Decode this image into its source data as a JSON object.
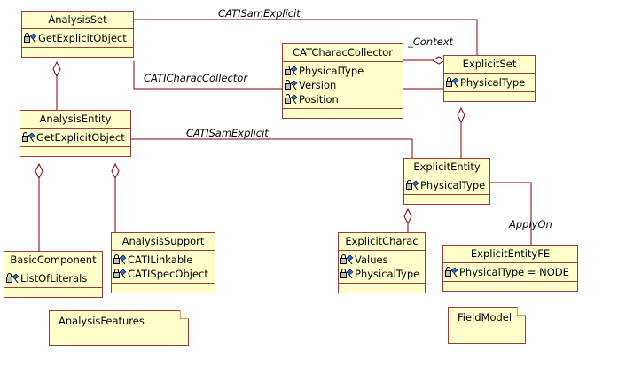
{
  "classes": {
    "analysis_set": {
      "name": "AnalysisSet",
      "attributes": [
        "GetExplicitObject"
      ]
    },
    "cat_charac_collector": {
      "name": "CATCharacCollector",
      "attributes": [
        "PhysicalType",
        "Version",
        "Position"
      ]
    },
    "explicit_set": {
      "name": "ExplicitSet",
      "attributes": [
        "PhysicalType"
      ]
    },
    "analysis_entity": {
      "name": "AnalysisEntity",
      "attributes": [
        "GetExplicitObject"
      ]
    },
    "explicit_entity": {
      "name": "ExplicitEntity",
      "attributes": [
        "PhysicalType"
      ]
    },
    "basic_component": {
      "name": "BasicComponent",
      "attributes": [
        "ListOfLiterals"
      ]
    },
    "analysis_support": {
      "name": "AnalysisSupport",
      "attributes": [
        "CATILinkable",
        "CATISpecObject"
      ]
    },
    "explicit_charac": {
      "name": "ExplicitCharac",
      "attributes": [
        "Values",
        "PhysicalType"
      ]
    },
    "explicit_entity_fe": {
      "name": "ExplicitEntityFE",
      "attributes": [
        "PhysicalType = NODE"
      ]
    }
  },
  "notes": {
    "analysis_features": "AnalysisFeatures",
    "field_model": "FieldModel"
  },
  "associations": {
    "set_to_explicitset": "CATISamExplicit",
    "set_to_collector": "CATICharacCollector",
    "collector_context": "_Context",
    "entity_to_explicitentity": "CATISamExplicit",
    "explicit_to_fe": "ApplyOn"
  },
  "colors": {
    "box_fill": "#ffffcc",
    "border": "#9a3a3a",
    "line": "#800000",
    "icon_blue": "#2a6ad8"
  },
  "icons": {
    "attribute": "lock-key-icon"
  }
}
